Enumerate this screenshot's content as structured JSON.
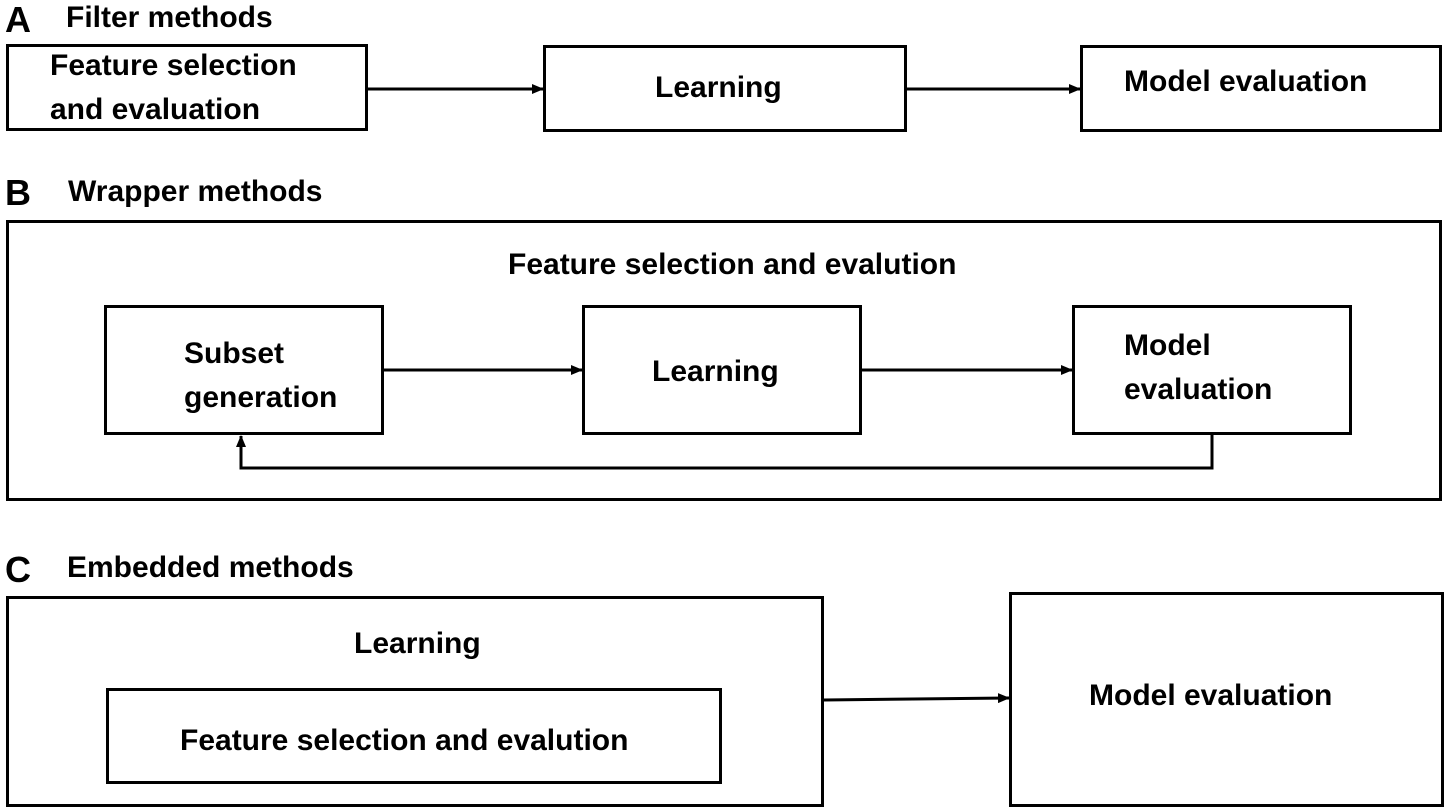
{
  "panel_a": {
    "letter": "A",
    "title": "Filter methods",
    "box1_line1": "Feature selection",
    "box1_line2": "and evaluation",
    "box2": "Learning",
    "box3": "Model evaluation"
  },
  "panel_b": {
    "letter": "B",
    "title": "Wrapper methods",
    "outer_label": "Feature selection and evalution",
    "box1_line1": "Subset",
    "box1_line2": "generation",
    "box2": "Learning",
    "box3_line1": "Model",
    "box3_line2": "evaluation"
  },
  "panel_c": {
    "letter": "C",
    "title": "Embedded methods",
    "outer_label": "Learning",
    "inner_label": "Feature selection and evalution",
    "box2": "Model evaluation"
  }
}
